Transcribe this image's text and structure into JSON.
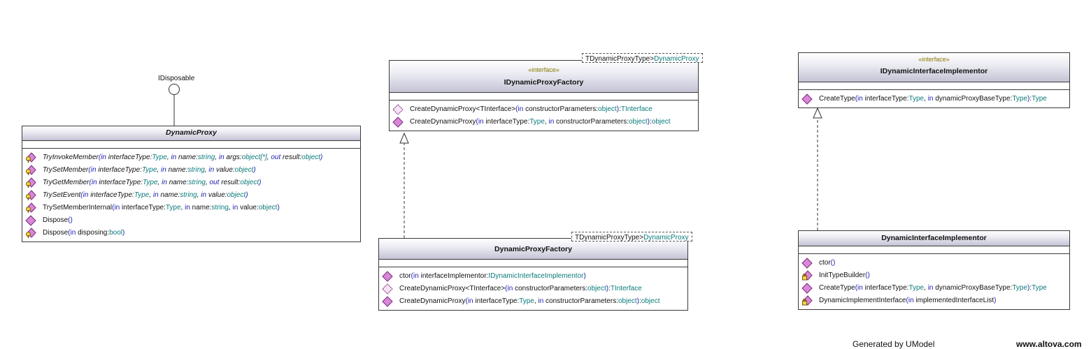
{
  "interface_lollipop": {
    "name": "IDisposable"
  },
  "dynamic_proxy": {
    "name": "DynamicProxy",
    "operations": [
      {
        "name": "TryInvokeMember",
        "params": "in interfaceType:Type, in name:string, in args:object[*], out result:object"
      },
      {
        "name": "TrySetMember",
        "params": "in interfaceType:Type, in name:string, in value:object"
      },
      {
        "name": "TryGetMember",
        "params": "in interfaceType:Type, in name:string, out result:object"
      },
      {
        "name": "TrySetEvent",
        "params": "in interfaceType:Type, in name:string, in value:object"
      },
      {
        "name": "TrySetMemberInternal",
        "params": "in interfaceType:Type, in name:string, in value:object"
      },
      {
        "name": "Dispose",
        "params": ""
      },
      {
        "name": "Dispose",
        "params": "in disposing:bool"
      }
    ]
  },
  "idynamic_proxy_factory": {
    "stereotype": "«interface»",
    "name": "IDynamicProxyFactory",
    "template": {
      "param": "TDynamicProxyType",
      "bound": "DynamicProxy"
    },
    "operations": [
      {
        "name": "CreateDynamicProxy<TInterface>",
        "params": "in constructorParameters:object",
        "returns": "TInterface"
      },
      {
        "name": "CreateDynamicProxy",
        "params": "in interfaceType:Type, in constructorParameters:object",
        "returns": "object"
      }
    ]
  },
  "dynamic_proxy_factory": {
    "name": "DynamicProxyFactory",
    "template": {
      "param": "TDynamicProxyType",
      "bound": "DynamicProxy"
    },
    "operations": [
      {
        "name": "ctor",
        "params": "in interfaceImplementor:IDynamicInterfaceImplementor",
        "returns": ""
      },
      {
        "name": "CreateDynamicProxy<TInterface>",
        "params": "in constructorParameters:object",
        "returns": "TInterface"
      },
      {
        "name": "CreateDynamicProxy",
        "params": "in interfaceType:Type, in constructorParameters:object",
        "returns": "object"
      }
    ]
  },
  "idynamic_interface_implementor": {
    "stereotype": "«interface»",
    "name": "IDynamicInterfaceImplementor",
    "operations": [
      {
        "name": "CreateType",
        "params": "in interfaceType:Type, in dynamicProxyBaseType:Type",
        "returns": "Type"
      }
    ]
  },
  "dynamic_interface_implementor": {
    "name": "DynamicInterfaceImplementor",
    "operations": [
      {
        "name": "ctor",
        "params": "",
        "returns": ""
      },
      {
        "name": "InitTypeBuilder",
        "params": "",
        "returns": ""
      },
      {
        "name": "CreateType",
        "params": "in interfaceType:Type, in dynamicProxyBaseType:Type",
        "returns": "Type"
      },
      {
        "name": "DynamicImplementInterface",
        "params": "in implementedInterfaceList",
        "returns": ""
      }
    ]
  },
  "footer": {
    "generated": "Generated by UModel",
    "site": "www.altova.com"
  }
}
